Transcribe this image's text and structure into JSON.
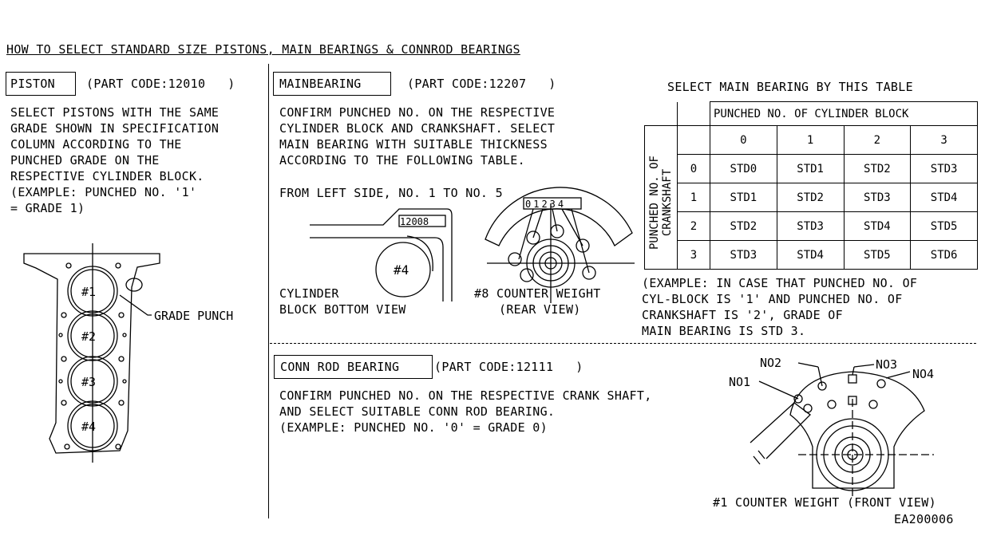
{
  "title": "HOW TO SELECT STANDARD SIZE PISTONS, MAIN BEARINGS & CONNROD BEARINGS",
  "piston": {
    "heading": "PISTON",
    "part_code": "(PART CODE:12010   )",
    "lines": [
      "SELECT PISTONS WITH THE SAME",
      "GRADE SHOWN IN SPECIFICATION",
      "COLUMN ACCORDING TO THE",
      "PUNCHED GRADE ON THE",
      "RESPECTIVE CYLINDER BLOCK.",
      "(EXAMPLE: PUNCHED NO. '1'",
      "= GRADE 1)"
    ],
    "cylinders": [
      "#1",
      "#2",
      "#3",
      "#4"
    ],
    "grade_punch_label": "GRADE PUNCH"
  },
  "main_bearing": {
    "heading": "MAINBEARING",
    "part_code": "(PART CODE:12207   )",
    "lines": [
      "CONFIRM PUNCHED NO. ON THE RESPECTIVE",
      "CYLINDER BLOCK AND CRANKSHAFT. SELECT",
      "MAIN BEARING WITH SUITABLE THICKNESS",
      "ACCORDING TO THE FOLLOWING TABLE."
    ],
    "from_left": "FROM LEFT SIDE, NO. 1 TO NO. 5",
    "block_stamp": "12008",
    "crank_stamp": "01234",
    "cyl4_label": "#4",
    "caption_block_1": "CYLINDER",
    "caption_block_2": "BLOCK BOTTOM VIEW",
    "caption_crank_1": "#8 COUNTER WEIGHT",
    "caption_crank_2": "(REAR VIEW)"
  },
  "select_table": {
    "title": "SELECT MAIN BEARING BY THIS TABLE",
    "col_header": "PUNCHED NO. OF CYLINDER BLOCK",
    "row_header_1": "PUNCHED NO. OF",
    "row_header_2": "CRANKSHAFT",
    "col_values": [
      "0",
      "1",
      "2",
      "3"
    ],
    "rows": [
      {
        "no": "0",
        "cells": [
          "STD0",
          "STD1",
          "STD2",
          "STD3"
        ]
      },
      {
        "no": "1",
        "cells": [
          "STD1",
          "STD2",
          "STD3",
          "STD4"
        ]
      },
      {
        "no": "2",
        "cells": [
          "STD2",
          "STD3",
          "STD4",
          "STD5"
        ]
      },
      {
        "no": "3",
        "cells": [
          "STD3",
          "STD4",
          "STD5",
          "STD6"
        ]
      }
    ],
    "example_lines": [
      "(EXAMPLE: IN CASE THAT PUNCHED NO. OF",
      "CYL-BLOCK IS '1' AND PUNCHED NO. OF",
      "CRANKSHAFT IS '2', GRADE OF",
      "MAIN BEARING IS STD 3."
    ]
  },
  "conn_rod": {
    "heading": "CONN ROD BEARING",
    "part_code": "(PART CODE:12111   )",
    "lines": [
      "CONFIRM PUNCHED NO. ON THE RESPECTIVE CRANK SHAFT,",
      "AND SELECT SUITABLE CONN ROD BEARING.",
      "(EXAMPLE: PUNCHED NO. '0' = GRADE 0)"
    ],
    "labels": {
      "no1": "NO1",
      "no2": "NO2",
      "no3": "NO3",
      "no4": "NO4"
    },
    "caption": "#1 COUNTER WEIGHT (FRONT VIEW)"
  },
  "figure_id": "EA200006"
}
